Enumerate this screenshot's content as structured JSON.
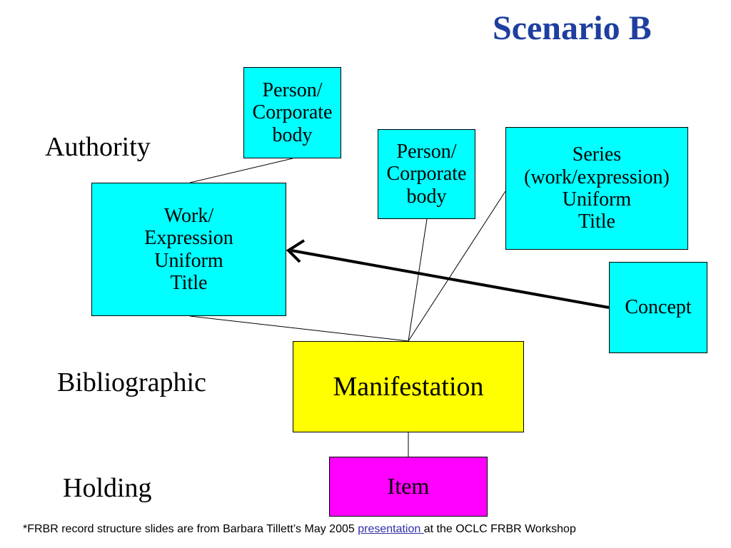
{
  "slide": {
    "title": "Scenario B",
    "levels": {
      "authority": "Authority",
      "bibliographic": "Bibliographic",
      "holding": "Holding"
    },
    "nodes": {
      "person_corporate_1": "Person/\nCorporate\nbody",
      "person_corporate_2": "Person/\nCorporate\nbody",
      "series": "Series\n(work/expression)\nUniform\nTitle",
      "work_expression": "Work/\nExpression\nUniform\nTitle",
      "concept": "Concept",
      "manifestation": "Manifestation",
      "item": "Item"
    },
    "colors": {
      "title": "#1f3f9f",
      "authority_fill": "#00ffff",
      "manifestation_fill": "#ffff00",
      "item_fill": "#ff00ff",
      "link": "#2f2fa8"
    },
    "footer": {
      "text_before": "*FRBR record structure slides are from Barbara Tillett’s May 2005 ",
      "link_text": "presentation ",
      "text_after": "at the OCLC FRBR Workshop"
    }
  }
}
